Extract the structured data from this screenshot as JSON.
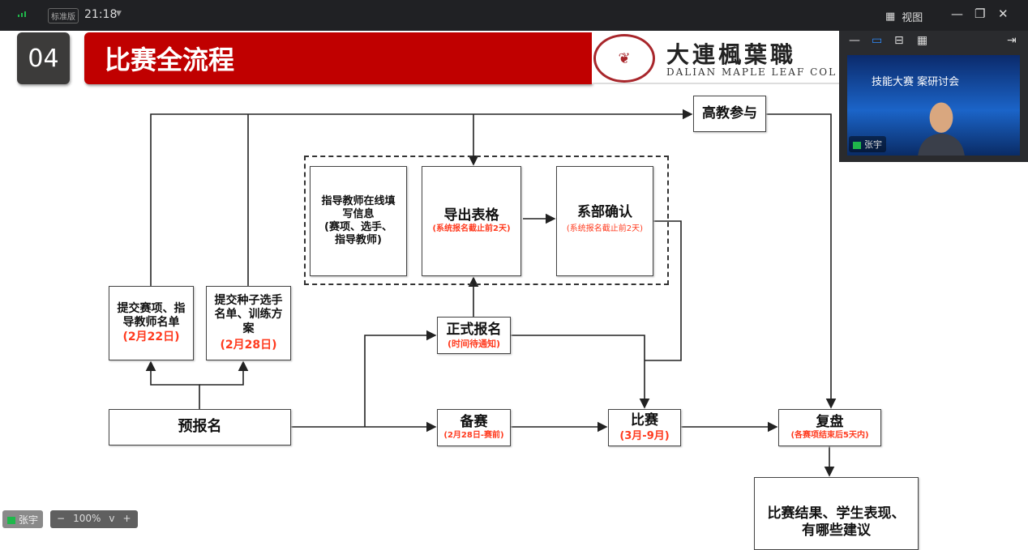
{
  "topbar": {
    "edition_badge": "标准版",
    "time": "21:18",
    "view_label": "视图"
  },
  "slide": {
    "number": "04",
    "title": "比赛全流程",
    "logo": {
      "cn": "大連楓葉職",
      "en": "DALIAN MAPLE LEAF COL"
    },
    "nodes": {
      "higher_ed": "高教参与",
      "teacher_fill": [
        "指导教师在线填",
        "写信息",
        "(赛项、选手、",
        "指导教师)"
      ],
      "export": {
        "title": "导出表格",
        "note": "(系统报名截止前2天)"
      },
      "dept_confirm": {
        "title": "系部确认",
        "note": "(系统报名截止前2天)"
      },
      "submit_events": {
        "lines": [
          "提交赛项、指",
          "导教师名单"
        ],
        "note": "(2月22日)"
      },
      "submit_seed": {
        "lines": [
          "提交种子选手",
          "名单、训练方",
          "案"
        ],
        "note": "(2月28日)"
      },
      "formal_reg": {
        "title": "正式报名",
        "note": "(时间待通知)"
      },
      "pre_reg": "预报名",
      "prepare": {
        "title": "备赛",
        "note": "(2月28日-赛前)"
      },
      "competition": {
        "title": "比赛",
        "note": "(3月-9月)"
      },
      "review": {
        "title": "复盘",
        "note": "(各赛项结束后5天内)"
      },
      "results": [
        "比赛结果、学生表现、",
        "有哪些建议"
      ]
    }
  },
  "video": {
    "title": "技能大赛    案研讨会",
    "participant": "张宇"
  },
  "bottom": {
    "name": "张宇",
    "zoom": "100%"
  },
  "colors": {
    "banner": "#c00000",
    "note": "#ff3b1f"
  }
}
